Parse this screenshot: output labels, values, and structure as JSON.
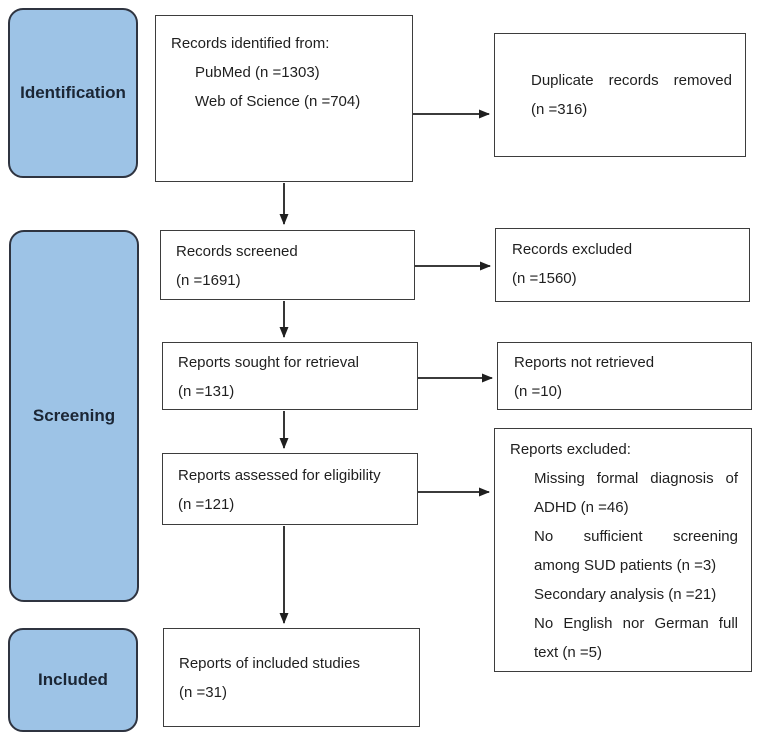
{
  "colors": {
    "stage_fill": "#9DC3E6",
    "stage_border": "#2f3440",
    "stage_text": "#1b2635",
    "box_border": "#3d3d3d",
    "box_text": "#1f1f1f",
    "arrow": "#1f1f1f"
  },
  "stages": [
    {
      "label": "Identification"
    },
    {
      "label": "Screening"
    },
    {
      "label": "Included"
    }
  ],
  "main_boxes": [
    {
      "lines": [
        "Records identified from:",
        "PubMed (n =1303)",
        "Web of Science (n =704)"
      ]
    },
    {
      "lines": [
        "Records screened",
        "(n =1691)"
      ]
    },
    {
      "lines": [
        "Reports sought for retrieval",
        "(n =131)"
      ]
    },
    {
      "lines": [
        "Reports assessed for eligibility",
        "(n =121)"
      ]
    },
    {
      "lines": [
        "Reports of included studies",
        "(n =31)"
      ]
    }
  ],
  "side_boxes": [
    {
      "lines": [
        "Duplicate records removed",
        "(n =316)"
      ]
    },
    {
      "lines": [
        "Records excluded",
        "(n =1560)"
      ]
    },
    {
      "lines": [
        "Reports not retrieved",
        "(n =10)"
      ]
    },
    {
      "lines": [
        "Reports excluded:",
        "Missing formal diagnosis of",
        "ADHD (n =46)",
        "No sufficient screening",
        "among SUD patients (n =3)",
        "Secondary analysis (n =21)",
        "No English nor German full",
        "text (n =5)"
      ]
    }
  ]
}
